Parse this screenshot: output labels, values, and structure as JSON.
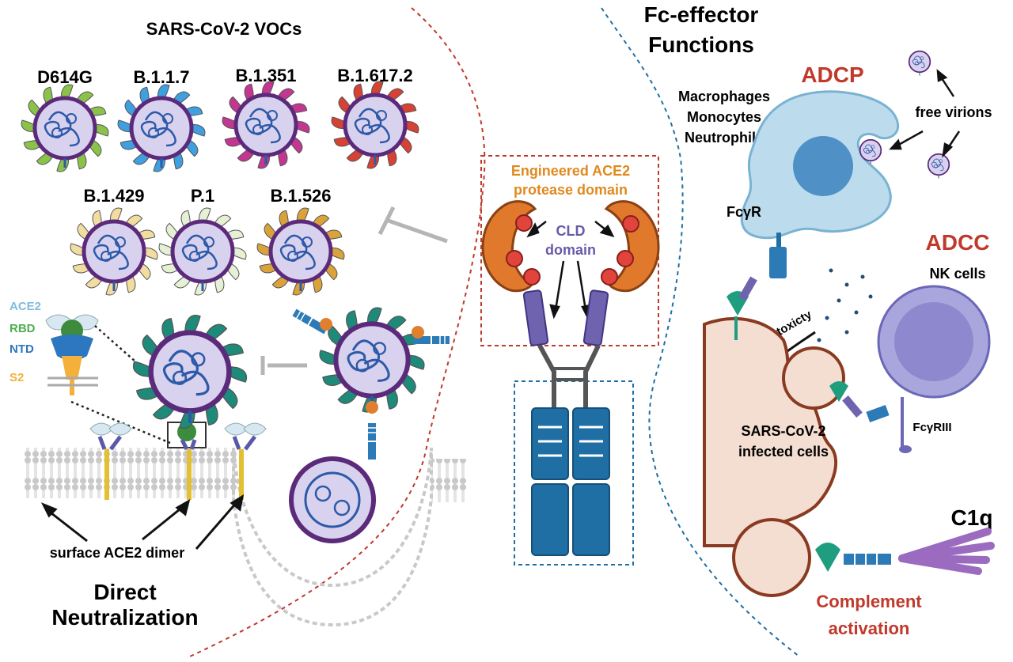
{
  "header": {
    "vocs_title": "SARS-CoV-2  VOCs",
    "fc_title_line1": "Fc-effector",
    "fc_title_line2": "Functions"
  },
  "variants": [
    {
      "label": "D614G",
      "color": "#8bc34a"
    },
    {
      "label": "B.1.1.7",
      "color": "#3f9fdf"
    },
    {
      "label": "B.1.351",
      "color": "#c2378f"
    },
    {
      "label": "B.1.617.2",
      "color": "#d64233"
    },
    {
      "label": "B.1.429",
      "color": "#f2dda0"
    },
    {
      "label": "P.1",
      "color": "#e6f0d5"
    },
    {
      "label": "B.1.526",
      "color": "#d9a33a"
    }
  ],
  "spike_labels": {
    "ace2": "ACE2",
    "rbd": "RBD",
    "ntd": "NTD",
    "s2": "S2"
  },
  "center": {
    "engineered_line1": "Engineered ACE2",
    "engineered_line2": "protease domain",
    "cld_line1": "CLD",
    "cld_line2": "domain"
  },
  "left_bottom": {
    "surface_label": "surface ACE2 dimer",
    "direct_line1": "Direct",
    "direct_line2": "Neutralization"
  },
  "right": {
    "adcp": "ADCP",
    "phagocytes": [
      "Macrophages",
      "Monocytes",
      "Neutrophils"
    ],
    "free_virions": "free virions",
    "fcgr": "FcγR",
    "adcc": "ADCC",
    "nk_cells": "NK cells",
    "cytotoxicity": "cytotoxicty",
    "infected_line1": "SARS-CoV-2",
    "infected_line2": "infected cells",
    "fcgriii": "FcγRIII",
    "c1q": "C1q",
    "complement_line1": "Complement",
    "complement_line2": "activation"
  },
  "colors": {
    "accent_red": "#c0392b",
    "accent_orange": "#e08a1e",
    "cld_purple": "#6a5aa8",
    "fc_blue": "#1f6fa5",
    "virus_body": "#d9d2ef",
    "virus_ring": "#5b2a7a",
    "cell_blue": "#bcdcee",
    "infected_cell": "#f4ddd1",
    "nk_cell": "#a9a6dd",
    "c1q_purple": "#9b6bc0"
  }
}
